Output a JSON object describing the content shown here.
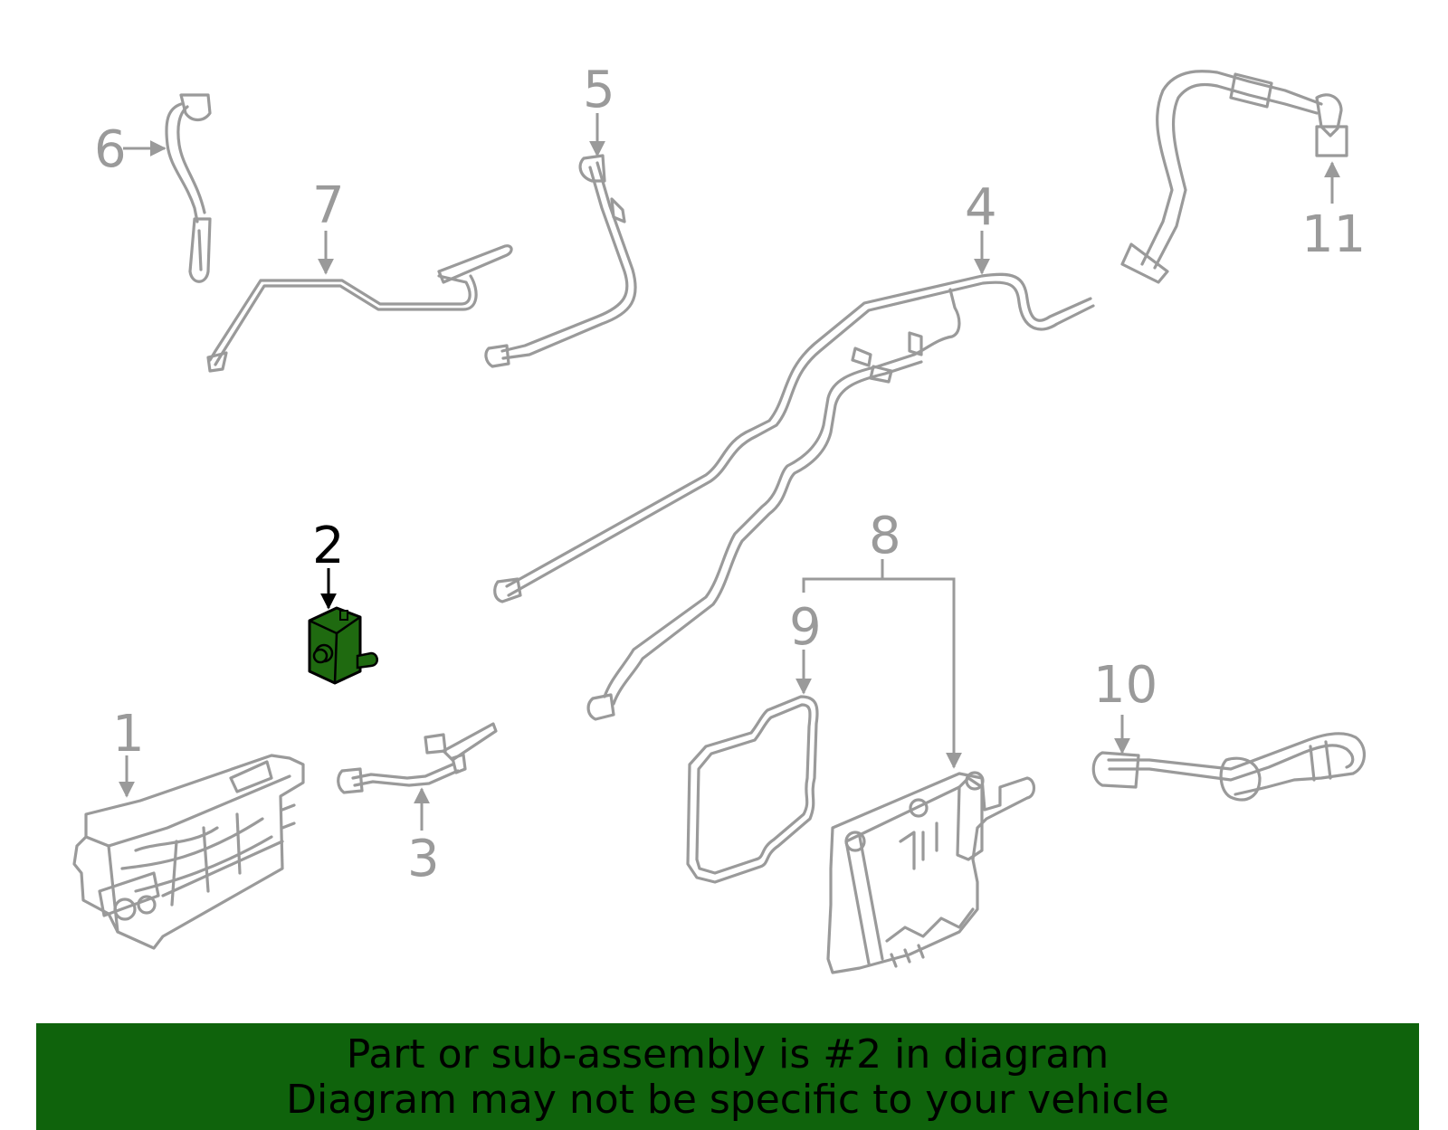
{
  "diagram": {
    "highlight_color": "#1f6a10",
    "line_color": "#9a9a9a",
    "active_callout_color": "#000000",
    "selected_part": "2",
    "callouts": [
      {
        "id": "1",
        "label": "1"
      },
      {
        "id": "2",
        "label": "2"
      },
      {
        "id": "3",
        "label": "3"
      },
      {
        "id": "4",
        "label": "4"
      },
      {
        "id": "5",
        "label": "5"
      },
      {
        "id": "6",
        "label": "6"
      },
      {
        "id": "7",
        "label": "7"
      },
      {
        "id": "8",
        "label": "8"
      },
      {
        "id": "9",
        "label": "9"
      },
      {
        "id": "10",
        "label": "10"
      },
      {
        "id": "11",
        "label": "11"
      }
    ]
  },
  "banner": {
    "background_color": "#0f630c",
    "line1": "Part or sub-assembly is #2 in diagram",
    "line2": "Diagram may not be specific to your vehicle"
  }
}
